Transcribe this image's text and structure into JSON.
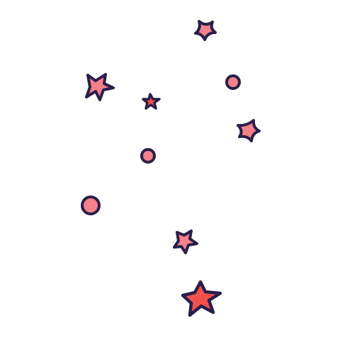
{
  "colors": {
    "background": "#ffffff",
    "ink": "#2a1f4a",
    "sticker_border": "#ffffff",
    "pink": "#f2818a",
    "coral": "#f4514a",
    "light_pink": "#f69aa1"
  },
  "decorations": [
    {
      "id": "sparkle-top-right",
      "kind": "sparkle-icon",
      "color": "pink"
    },
    {
      "id": "star-upper-left",
      "kind": "star-icon",
      "color": "pink"
    },
    {
      "id": "star-small-center",
      "kind": "star-icon",
      "color": "coral"
    },
    {
      "id": "dot-upper-right",
      "kind": "dot-icon",
      "color": "pink"
    },
    {
      "id": "sparkle-right",
      "kind": "sparkle-icon",
      "color": "pink"
    },
    {
      "id": "dot-center",
      "kind": "dot-icon",
      "color": "pink"
    },
    {
      "id": "dot-left",
      "kind": "dot-icon",
      "color": "pink"
    },
    {
      "id": "star-lower-center",
      "kind": "star-icon",
      "color": "pink"
    },
    {
      "id": "star-bottom-large",
      "kind": "star-icon",
      "color": "coral"
    }
  ]
}
